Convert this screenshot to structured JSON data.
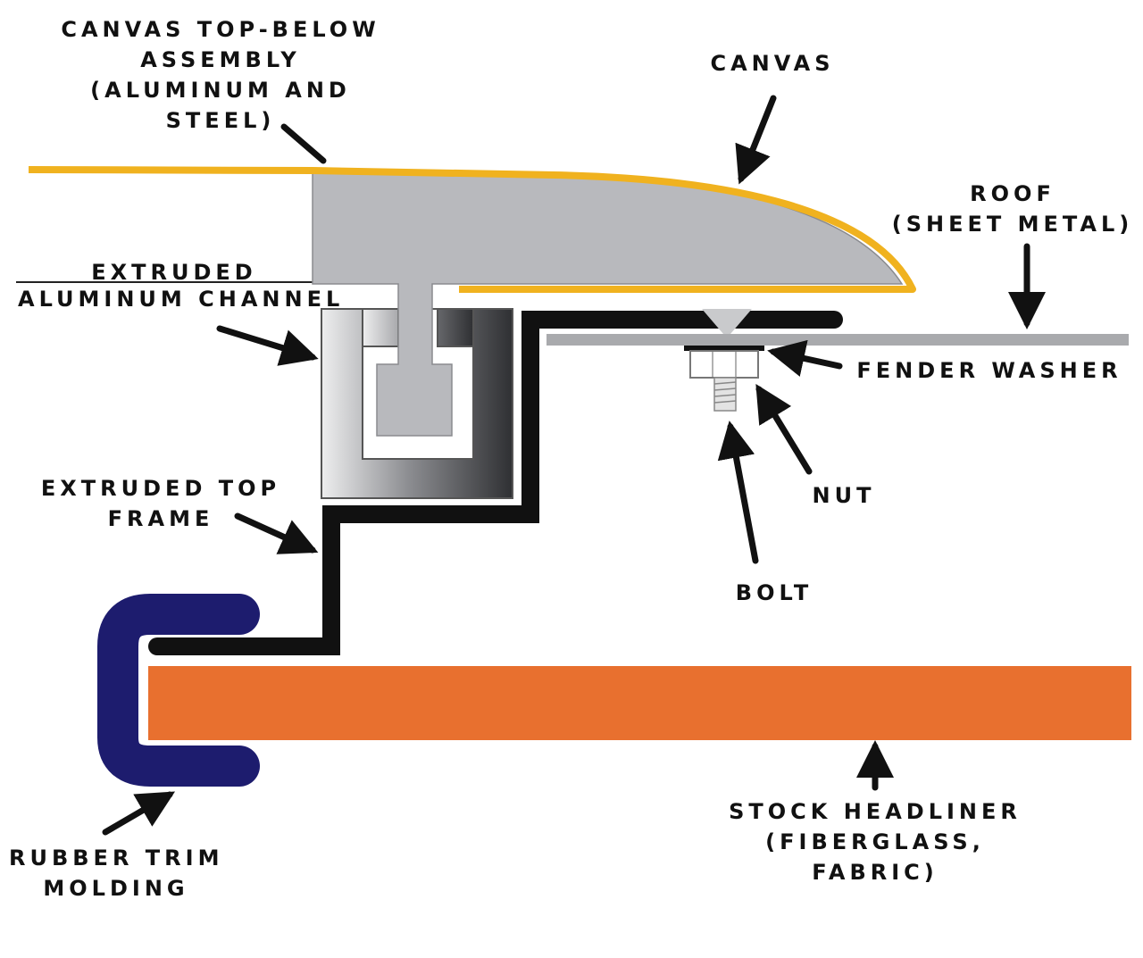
{
  "labels": {
    "canvas_assembly": [
      "CANVAS TOP-BELOW",
      "ASSEMBLY",
      "(ALUMINUM AND",
      "STEEL)"
    ],
    "canvas": [
      "CANVAS"
    ],
    "roof": [
      "ROOF",
      "(SHEET METAL)"
    ],
    "aluminum_channel": [
      "EXTRUDED",
      "ALUMINUM CHANNEL"
    ],
    "fender_washer": [
      "FENDER WASHER"
    ],
    "nut": [
      "NUT"
    ],
    "top_frame": [
      "EXTRUDED TOP",
      "FRAME"
    ],
    "bolt": [
      "BOLT"
    ],
    "rubber_trim": [
      "RUBBER TRIM",
      "MOLDING"
    ],
    "headliner": [
      "STOCK HEADLINER",
      "(FIBERGLASS,",
      "FABRIC)"
    ]
  },
  "colors": {
    "canvas": "#f0b21f",
    "assembly": "#b8b9bd",
    "frame": "#111111",
    "roof": "#a9aaad",
    "trim": "#1d1c6e",
    "headliner": "#e8702f",
    "arrow": "#111111"
  }
}
